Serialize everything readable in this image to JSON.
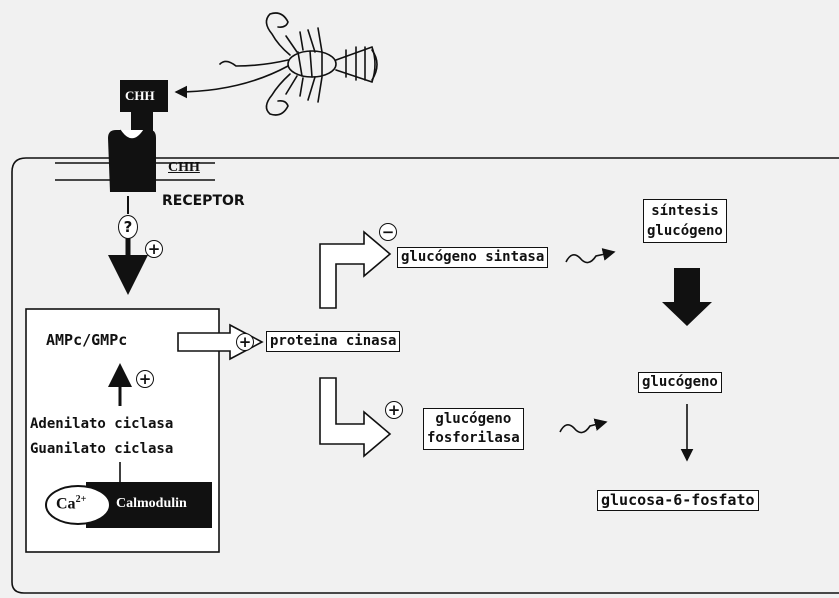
{
  "hormone": {
    "free_label": "CHH",
    "bound_label": "CHH",
    "receptor_label": "RECEPTOR"
  },
  "icons": {
    "unknown_mediator": "?",
    "crayfish": "crayfish-icon"
  },
  "cell": {
    "second_messenger": "AMPc/GMPc",
    "cyclase_1": "Adenilato ciclasa",
    "cyclase_2": "Guanilato ciclasa",
    "calcium": "Ca",
    "calcium_sup": "2+",
    "calmodulin": "Calmodulin"
  },
  "pathway": {
    "kinase": "proteina cinasa",
    "synthase": "glucógeno sintasa",
    "phosphorylase_line1": "glucógeno",
    "phosphorylase_line2": "fosforilasa",
    "synthesis_line1": "síntesis",
    "synthesis_line2": "glucógeno",
    "glycogen": "glucógeno",
    "product": "glucosa-6-fosfato"
  },
  "signs": {
    "plus": "+",
    "minus": "−"
  },
  "colors": {
    "ink": "#111111",
    "paper": "#f1f1f1",
    "box": "#ffffff"
  }
}
